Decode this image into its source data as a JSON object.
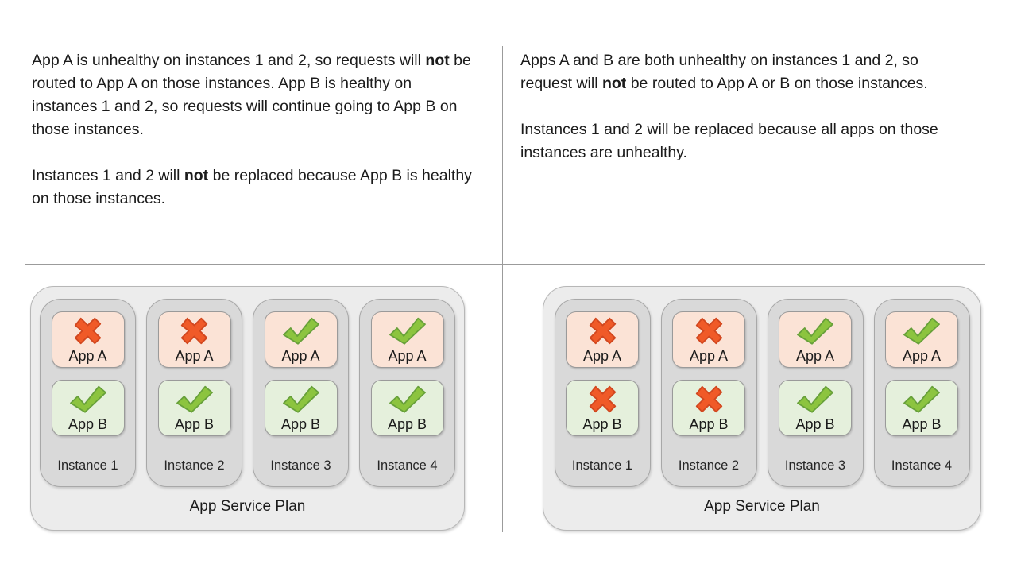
{
  "colors": {
    "healthy_check": "#8cc43f",
    "healthy_check_outline": "#67a03a",
    "unhealthy_x": "#f05a28",
    "unhealthy_x_outline": "#d1471f",
    "app_a_fill": "#fbe3d6",
    "app_b_fill": "#e5f0dc",
    "instance_fill": "#d9d9d9",
    "plan_fill": "#ececec"
  },
  "panels": [
    {
      "para1": {
        "s1": "App A is unhealthy on instances 1 and 2, so requests will ",
        "b1": "not",
        "s2": " be routed to App A on those instances. App B is healthy on instances 1 and 2, so requests will continue going to App B on those instances."
      },
      "para2": {
        "s1": "Instances 1 and 2 will ",
        "b1": "not",
        "s2": " be replaced because App B is healthy on those instances."
      },
      "plan": {
        "label": "App Service Plan",
        "instances": [
          {
            "label": "Instance 1",
            "apps": [
              {
                "label": "App A",
                "status": "unhealthy"
              },
              {
                "label": "App B",
                "status": "healthy"
              }
            ]
          },
          {
            "label": "Instance 2",
            "apps": [
              {
                "label": "App A",
                "status": "unhealthy"
              },
              {
                "label": "App B",
                "status": "healthy"
              }
            ]
          },
          {
            "label": "Instance 3",
            "apps": [
              {
                "label": "App A",
                "status": "healthy"
              },
              {
                "label": "App B",
                "status": "healthy"
              }
            ]
          },
          {
            "label": "Instance 4",
            "apps": [
              {
                "label": "App A",
                "status": "healthy"
              },
              {
                "label": "App B",
                "status": "healthy"
              }
            ]
          }
        ]
      }
    },
    {
      "para1": {
        "s1": "Apps A and B are both unhealthy on instances 1 and 2, so request will ",
        "b1": "not",
        "s2": " be routed to App A or B on those instances."
      },
      "para2": {
        "s1": "Instances 1 and 2 will be replaced because all apps on those instances are unhealthy.",
        "b1": "",
        "s2": ""
      },
      "plan": {
        "label": "App Service Plan",
        "instances": [
          {
            "label": "Instance 1",
            "apps": [
              {
                "label": "App A",
                "status": "unhealthy"
              },
              {
                "label": "App B",
                "status": "unhealthy"
              }
            ]
          },
          {
            "label": "Instance 2",
            "apps": [
              {
                "label": "App A",
                "status": "unhealthy"
              },
              {
                "label": "App B",
                "status": "unhealthy"
              }
            ]
          },
          {
            "label": "Instance 3",
            "apps": [
              {
                "label": "App A",
                "status": "healthy"
              },
              {
                "label": "App B",
                "status": "healthy"
              }
            ]
          },
          {
            "label": "Instance 4",
            "apps": [
              {
                "label": "App A",
                "status": "healthy"
              },
              {
                "label": "App B",
                "status": "healthy"
              }
            ]
          }
        ]
      }
    }
  ]
}
